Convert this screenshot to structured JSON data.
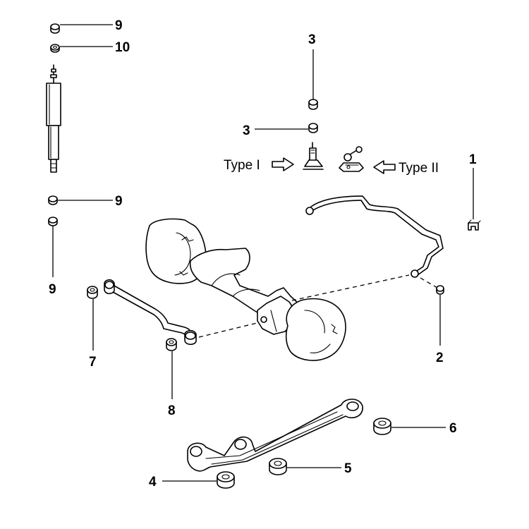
{
  "callouts": {
    "c1": "1",
    "c2": "2",
    "c3a": "3",
    "c3b": "3",
    "c4": "4",
    "c5": "5",
    "c6": "6",
    "c7": "7",
    "c8": "8",
    "c9a": "9",
    "c9b": "9",
    "c9c": "9",
    "c10": "10"
  },
  "types": {
    "type1": "Type I",
    "type2": "Type II"
  }
}
